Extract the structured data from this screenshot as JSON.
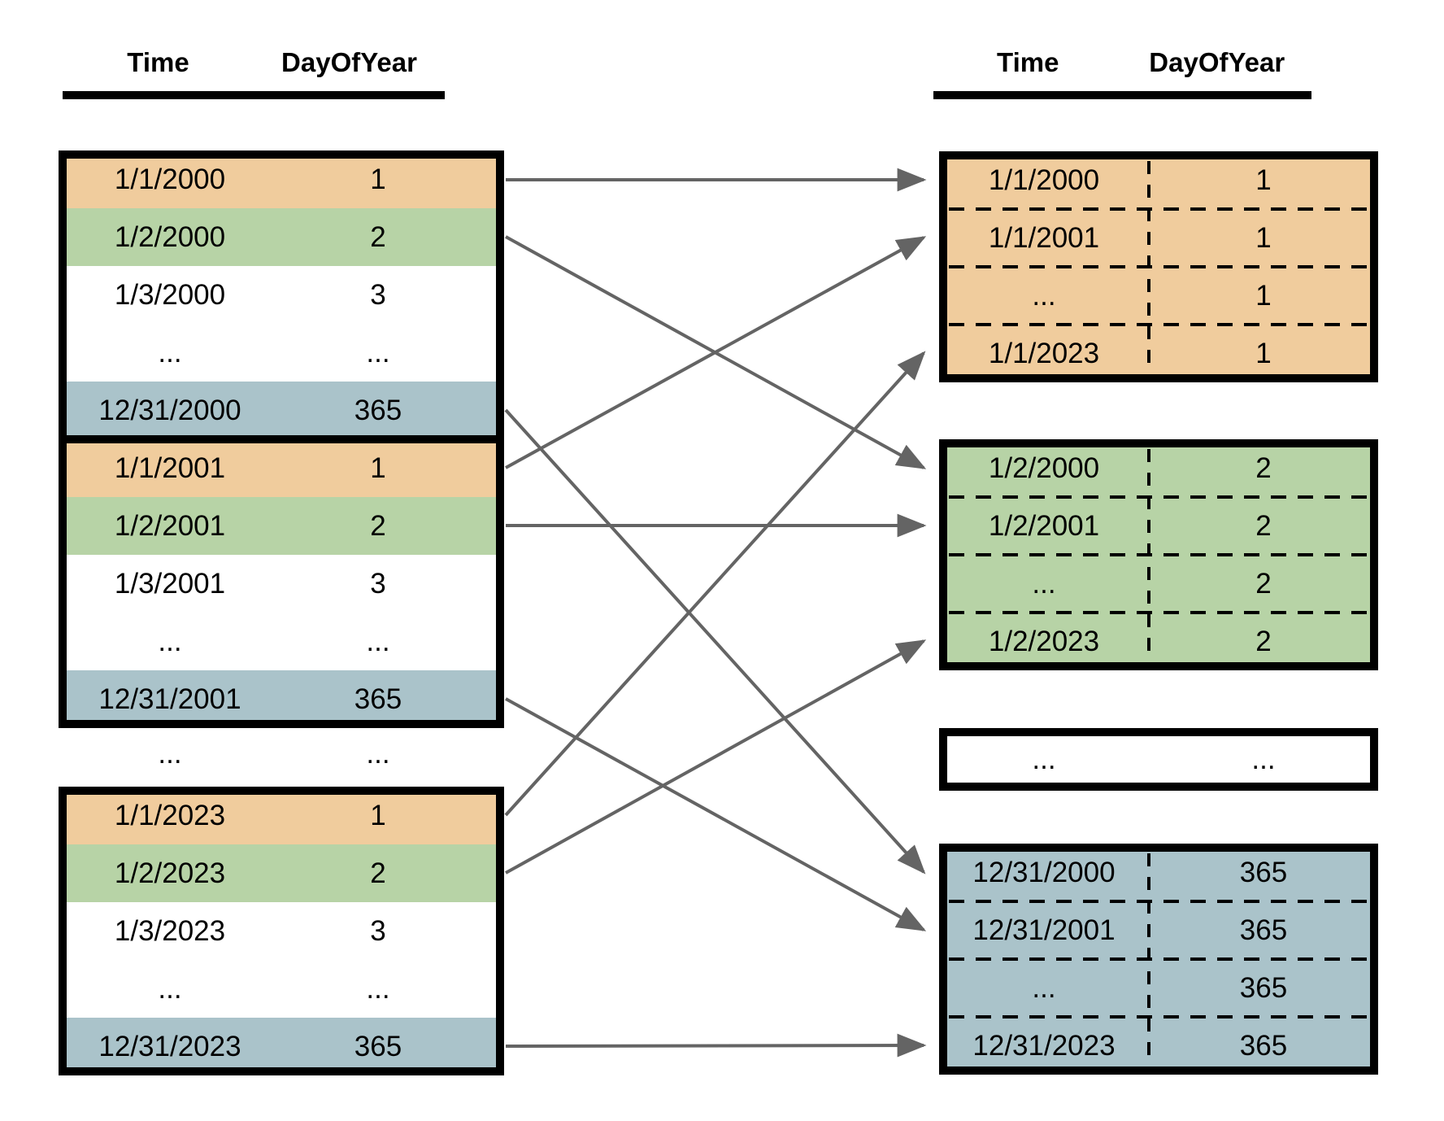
{
  "left_header": {
    "col1": "Time",
    "col2": "DayOfYear"
  },
  "right_header": {
    "col1": "Time",
    "col2": "DayOfYear"
  },
  "colors": {
    "orange": "#F0CC9D",
    "green": "#B7D3A6",
    "white": "#FFFFFF",
    "blue": "#AAC3CA",
    "border": "#000000",
    "arrow": "#646464"
  },
  "ellipsis": "...",
  "left_tables": [
    {
      "name": "year-2000",
      "rows": [
        {
          "time": "1/1/2000",
          "day": "1",
          "color": "orange"
        },
        {
          "time": "1/2/2000",
          "day": "2",
          "color": "green"
        },
        {
          "time": "1/3/2000",
          "day": "3",
          "color": "white"
        },
        {
          "time": "...",
          "day": "...",
          "color": "white"
        },
        {
          "time": "12/31/2000",
          "day": "365",
          "color": "blue"
        }
      ]
    },
    {
      "name": "year-2001",
      "rows": [
        {
          "time": "1/1/2001",
          "day": "1",
          "color": "orange"
        },
        {
          "time": "1/2/2001",
          "day": "2",
          "color": "green"
        },
        {
          "time": "1/3/2001",
          "day": "3",
          "color": "white"
        },
        {
          "time": "...",
          "day": "...",
          "color": "white"
        },
        {
          "time": "12/31/2001",
          "day": "365",
          "color": "blue"
        }
      ]
    },
    {
      "name": "year-2023",
      "rows": [
        {
          "time": "1/1/2023",
          "day": "1",
          "color": "orange"
        },
        {
          "time": "1/2/2023",
          "day": "2",
          "color": "green"
        },
        {
          "time": "1/3/2023",
          "day": "3",
          "color": "white"
        },
        {
          "time": "...",
          "day": "...",
          "color": "white"
        },
        {
          "time": "12/31/2023",
          "day": "365",
          "color": "blue"
        }
      ]
    }
  ],
  "left_gap_row": {
    "time": "...",
    "day": "..."
  },
  "right_tables": [
    {
      "name": "group-day-1",
      "color": "orange",
      "rows": [
        {
          "time": "1/1/2000",
          "day": "1"
        },
        {
          "time": "1/1/2001",
          "day": "1"
        },
        {
          "time": "...",
          "day": "1"
        },
        {
          "time": "1/1/2023",
          "day": "1"
        }
      ]
    },
    {
      "name": "group-day-2",
      "color": "green",
      "rows": [
        {
          "time": "1/2/2000",
          "day": "2"
        },
        {
          "time": "1/2/2001",
          "day": "2"
        },
        {
          "time": "...",
          "day": "2"
        },
        {
          "time": "1/2/2023",
          "day": "2"
        }
      ]
    },
    {
      "name": "group-gap",
      "color": "white",
      "rows": [
        {
          "time": "...",
          "day": "..."
        }
      ]
    },
    {
      "name": "group-day-365",
      "color": "blue",
      "rows": [
        {
          "time": "12/31/2000",
          "day": "365"
        },
        {
          "time": "12/31/2001",
          "day": "365"
        },
        {
          "time": "...",
          "day": "365"
        },
        {
          "time": "12/31/2023",
          "day": "365"
        }
      ]
    }
  ],
  "connections": [
    {
      "from": "2000 row 1/1/2000",
      "to": "group-day-1 row 1/1/2000"
    },
    {
      "from": "2000 row 1/2/2000",
      "to": "group-day-2 row 1/2/2000"
    },
    {
      "from": "2000 row 12/31/2000",
      "to": "group-day-365 row 12/31/2000"
    },
    {
      "from": "2001 row 1/1/2001",
      "to": "group-day-1 row 1/1/2001"
    },
    {
      "from": "2001 row 1/2/2001",
      "to": "group-day-2 row 1/2/2001"
    },
    {
      "from": "2001 row 12/31/2001",
      "to": "group-day-365 row 12/31/2001"
    },
    {
      "from": "2023 row 1/1/2023",
      "to": "group-day-1 row 1/1/2023"
    },
    {
      "from": "2023 row 1/2/2023",
      "to": "group-day-2 row 1/2/2023"
    },
    {
      "from": "2023 row 12/31/2023",
      "to": "group-day-365 row 12/31/2023"
    }
  ]
}
